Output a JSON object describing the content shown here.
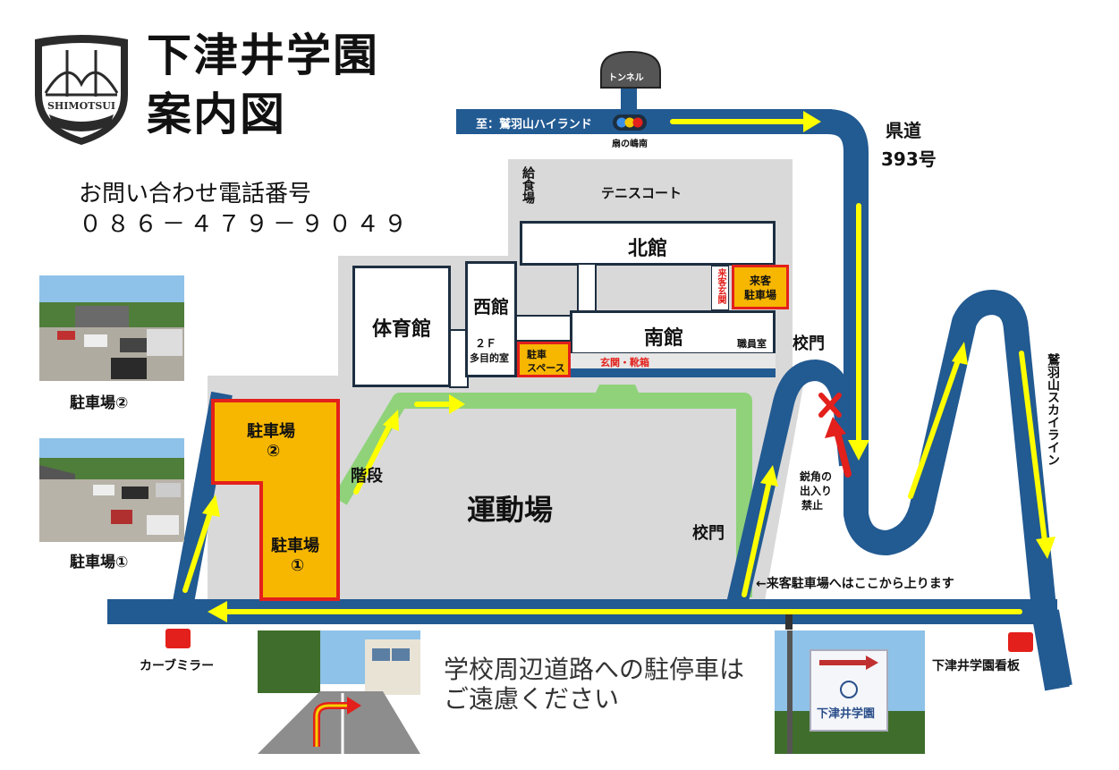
{
  "header": {
    "title_line1": "下津井学園",
    "title_line2": "案内図",
    "logo_text": "SHIMOTSUI"
  },
  "contact": {
    "label": "お問い合わせ電話番号",
    "phone": "０８６－４７９－９０４９"
  },
  "roads": {
    "tunnel": "トンネル",
    "to_washuzan": "至：鷲羽山ハイランド",
    "signal_name": "扇の嶋南",
    "prefectural_road_line1": "県道",
    "prefectural_road_line2": "393号",
    "skyline": "鷲羽山スカイライン",
    "no_entry_line1": "鋭角の",
    "no_entry_line2": "出入り",
    "no_entry_line3": "禁止",
    "visitor_route": "←来客駐車場へはここから上ります",
    "curve_mirror": "カーブミラー",
    "school_sign": "下津井学園看板"
  },
  "buildings": {
    "kyushoku": "給食場",
    "tennis": "テニスコート",
    "kitakan": "北館",
    "gym": "体育館",
    "nishikan": "西館",
    "nishikan_2f": "２Ｆ",
    "nishikan_room": "多目的室",
    "minamikan": "南館",
    "staff_room": "職員室",
    "visitor_entrance": "来客玄関",
    "entrance_shoes": "玄関・靴箱",
    "visitor_parking_line1": "来客",
    "visitor_parking_line2": "駐車場",
    "parking_space_line1": "駐車",
    "parking_space_line2": "スペース",
    "stairs": "階段",
    "ground": "運動場",
    "gate_right": "校門",
    "gate_bottom": "校門"
  },
  "parking": {
    "lot2_line1": "駐車場",
    "lot2_line2": "②",
    "lot1_line1": "駐車場",
    "lot1_line2": "①",
    "photo2_caption": "駐車場②",
    "photo1_caption": "駐車場①"
  },
  "sign_photo_text": "下津井学園",
  "notice_line1": "学校周辺道路への駐停車は",
  "notice_line2": "ご遠慮ください",
  "colors": {
    "road": "#225a92",
    "arrow": "#ffff00",
    "path_green": "#8fd27a",
    "campus_gray": "#d9d9d9",
    "building_border": "#1d2e40",
    "parking_orange": "#f7b600",
    "accent_red": "#e3201b"
  }
}
